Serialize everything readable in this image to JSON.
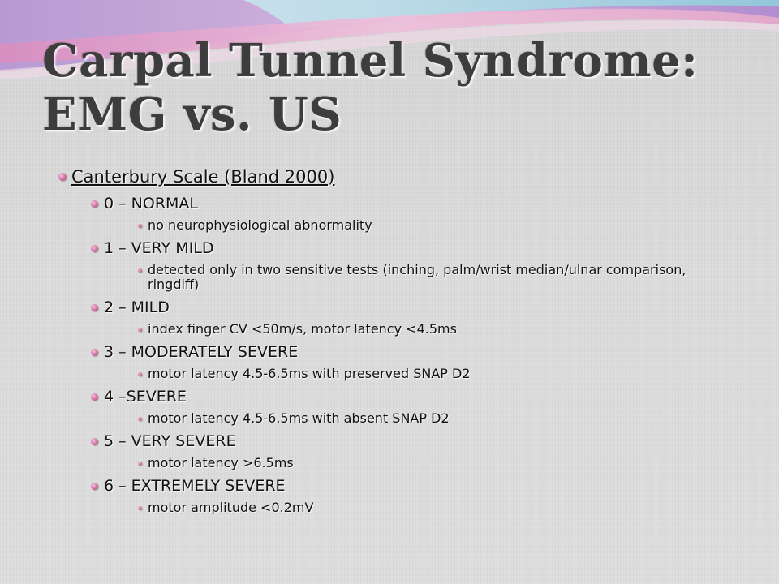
{
  "slide": {
    "title_line1": "Carpal Tunnel Syndrome:",
    "title_line2": "EMG vs. US",
    "heading": "Canterbury Scale (Bland 2000)",
    "grades": [
      {
        "label": "0 – NORMAL",
        "details": [
          "no neurophysiological abnormality"
        ]
      },
      {
        "label": "1 – VERY MILD",
        "details": [
          "detected only in two sensitive tests (inching, palm/wrist median/ulnar comparison, ringdiff)"
        ]
      },
      {
        "label": "2 – MILD",
        "details": [
          "index finger CV <50m/s, motor latency <4.5ms"
        ]
      },
      {
        "label": "3 – MODERATELY SEVERE",
        "details": [
          "motor latency 4.5-6.5ms with preserved SNAP D2"
        ]
      },
      {
        "label": "4 –SEVERE",
        "details": [
          "motor latency 4.5-6.5ms with absent SNAP D2"
        ]
      },
      {
        "label": "5 – VERY SEVERE",
        "details": [
          "motor latency >6.5ms"
        ]
      },
      {
        "label": "6 – EXTREMELY SEVERE",
        "details": [
          "motor amplitude <0.2mV"
        ]
      }
    ]
  },
  "colors": {
    "background": "#d8d8d8",
    "title": "#3d3d3d",
    "bullet": "#c8609a",
    "swoosh_purple": "#a98cc8",
    "swoosh_pink": "#e7a6cc",
    "swoosh_teal": "#9fd7e0"
  }
}
